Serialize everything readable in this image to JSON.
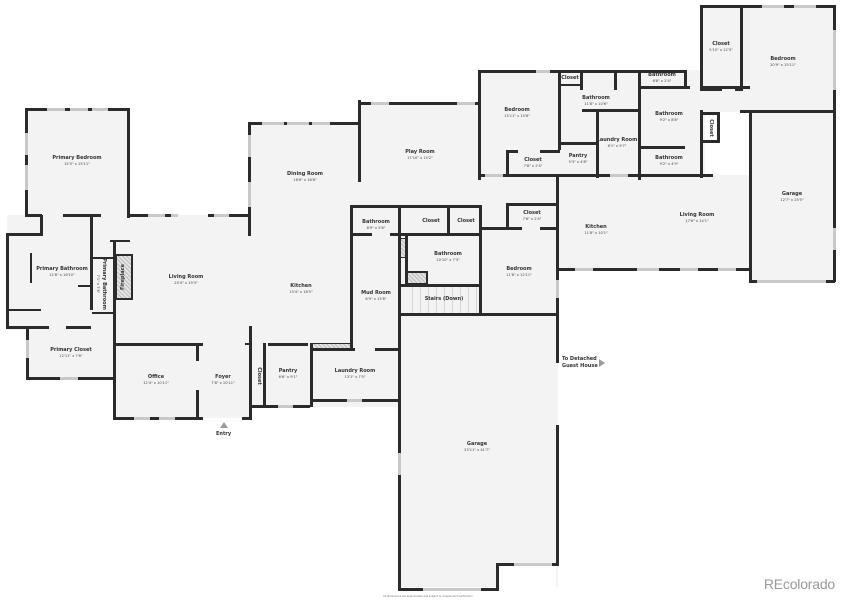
{
  "floorplan": {
    "rooms": [
      {
        "id": "primary-bedroom",
        "name": "Primary Bedroom",
        "dims": "15'5\" x 15'11\""
      },
      {
        "id": "primary-bathroom",
        "name": "Primary Bathroom",
        "dims": "12'8\" x 16'10\""
      },
      {
        "id": "primary-bathroom-2",
        "name": "Primary Bathroom",
        "dims": "7'1\" x 7'8\""
      },
      {
        "id": "fireplace",
        "name": "Fireplace",
        "dims": ""
      },
      {
        "id": "primary-closet",
        "name": "Primary Closet",
        "dims": "12'11\" x 7'6\""
      },
      {
        "id": "living-room-main",
        "name": "Living Room",
        "dims": "20'4\" x 19'3\""
      },
      {
        "id": "office",
        "name": "Office",
        "dims": "12'4\" x 10'11\""
      },
      {
        "id": "foyer",
        "name": "Foyer",
        "dims": "7'8\" x 10'11\""
      },
      {
        "id": "dining-room",
        "name": "Dining Room",
        "dims": "16'6\" x 16'8\""
      },
      {
        "id": "kitchen-main",
        "name": "Kitchen",
        "dims": "15'4\" x 18'5\""
      },
      {
        "id": "closet-foyer",
        "name": "Closet",
        "dims": ""
      },
      {
        "id": "pantry-main",
        "name": "Pantry",
        "dims": "6'6\" x 9'1\""
      },
      {
        "id": "laundry-main",
        "name": "Laundry Room",
        "dims": "13'1\" x 7'5\""
      },
      {
        "id": "play-room",
        "name": "Play Room",
        "dims": "17'10\" x 15'2\""
      },
      {
        "id": "bathroom-small",
        "name": "Bathroom",
        "dims": "6'9\" x 5'6\""
      },
      {
        "id": "mud-room",
        "name": "Mud Room",
        "dims": "6'9\" x 15'8\""
      },
      {
        "id": "closet-a",
        "name": "Closet",
        "dims": ""
      },
      {
        "id": "closet-b",
        "name": "Closet",
        "dims": ""
      },
      {
        "id": "bathroom-mid",
        "name": "Bathroom",
        "dims": "10'10\" x 7'3\""
      },
      {
        "id": "stairs",
        "name": "Stairs (Down)",
        "dims": ""
      },
      {
        "id": "bedroom-mid",
        "name": "Bedroom",
        "dims": "11'8\" x 12'11\""
      },
      {
        "id": "closet-mid",
        "name": "Closet",
        "dims": "7'6\" x 2'4\""
      },
      {
        "id": "garage-main",
        "name": "Garage",
        "dims": "23'11\" x 41'7\""
      },
      {
        "id": "bedroom-upper",
        "name": "Bedroom",
        "dims": "13'11\" x 15'8\""
      },
      {
        "id": "closet-upper-bed",
        "name": "Closet",
        "dims": "7'8\" x 2'4\""
      },
      {
        "id": "closet-tiny",
        "name": "Closet",
        "dims": ""
      },
      {
        "id": "bathroom-upper",
        "name": "Bathroom",
        "dims": "11'8\" x 10'6\""
      },
      {
        "id": "pantry-upper",
        "name": "Pantry",
        "dims": "5'3\" x 4'8\""
      },
      {
        "id": "laundry-upper",
        "name": "Laundry Room",
        "dims": "6'1\" x 9'7\""
      },
      {
        "id": "bathroom-tiny",
        "name": "Bathroom",
        "dims": "6'8\" x 2'4\""
      },
      {
        "id": "bathroom-9x8",
        "name": "Bathroom",
        "dims": "9'2\" x 8'8\""
      },
      {
        "id": "bathroom-9x4",
        "name": "Bathroom",
        "dims": "9'2\" x 4'9\""
      },
      {
        "id": "closet-side",
        "name": "Closet",
        "dims": ""
      },
      {
        "id": "closet-ne",
        "name": "Closet",
        "dims": "5'10\" x 12'3\""
      },
      {
        "id": "bedroom-ne",
        "name": "Bedroom",
        "dims": "20'9\" x 15'11\""
      },
      {
        "id": "kitchen-guest",
        "name": "Kitchen",
        "dims": "11'8\" x 10'1\""
      },
      {
        "id": "living-guest",
        "name": "Living Room",
        "dims": "17'6\" x 14'1\""
      },
      {
        "id": "garage-guest",
        "name": "Garage",
        "dims": "12'7\" x 25'5\""
      }
    ],
    "annotations": {
      "entry": "Entry",
      "guest_house_line1": "To Detached",
      "guest_house_line2": "Guest House"
    },
    "footer_note": "All dimensions are approximate and subject to independent verification.",
    "brand": "REcolorado"
  }
}
